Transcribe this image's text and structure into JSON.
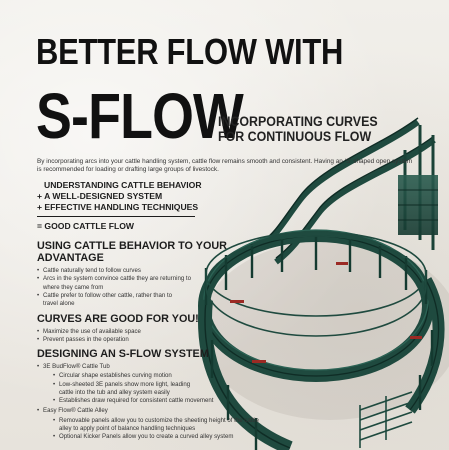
{
  "headline": "BETTER FLOW WITH",
  "brand": "S-FLOW",
  "subhead": [
    "INCORPORATING CURVES",
    "FOR CONTINUOUS FLOW"
  ],
  "intro": "By incorporating arcs into your cattle handling system, cattle flow remains smooth and consistent. Having an ‘S’ shaped open system is recommended for loading or drafting large groups of livestock.",
  "formula": {
    "lines": [
      "UNDERSTANDING CATTLE BEHAVIOR",
      "+ A WELL-DESIGNED SYSTEM",
      "+ EFFECTIVE HANDLING TECHNIQUES"
    ],
    "result": "= GOOD CATTLE FLOW"
  },
  "sections": [
    {
      "title": [
        "USING CATTLE BEHAVIOR TO YOUR",
        "ADVANTAGE"
      ],
      "bullets": [
        "Cattle naturally tend to follow curves",
        "Arcs in the system convince cattle they are returning to where they came from",
        "Cattle prefer to follow other cattle, rather than to travel alone"
      ]
    },
    {
      "title": [
        "CURVES ARE GOOD FOR YOU!"
      ],
      "bullets": [
        "Maximize the use of available space",
        "Prevent passes in the operation"
      ]
    },
    {
      "title": [
        "DESIGNING AN S-FLOW SYSTEM"
      ],
      "items": [
        {
          "label": "3E BudFlow® Cattle Tub",
          "sub": [
            "Circular shape establishes curving motion",
            "Low-sheeted 3E panels show more light, leading cattle into the tub and alley system easily",
            "Establishes draw required for consistent cattle movement"
          ]
        },
        {
          "label": "Easy Flow® Cattle Alley",
          "sub": [
            "Removable panels allow you to customize the sheeting height of the cattle alley to apply point of balance handling techniques",
            "Optional Kicker Panels allow you to create a curved alley system"
          ]
        }
      ]
    }
  ],
  "colors": {
    "panel_green": "#1f4a3f",
    "panel_dark": "#163a31",
    "label_red": "#9b2a24",
    "background": "#eeebe5"
  }
}
